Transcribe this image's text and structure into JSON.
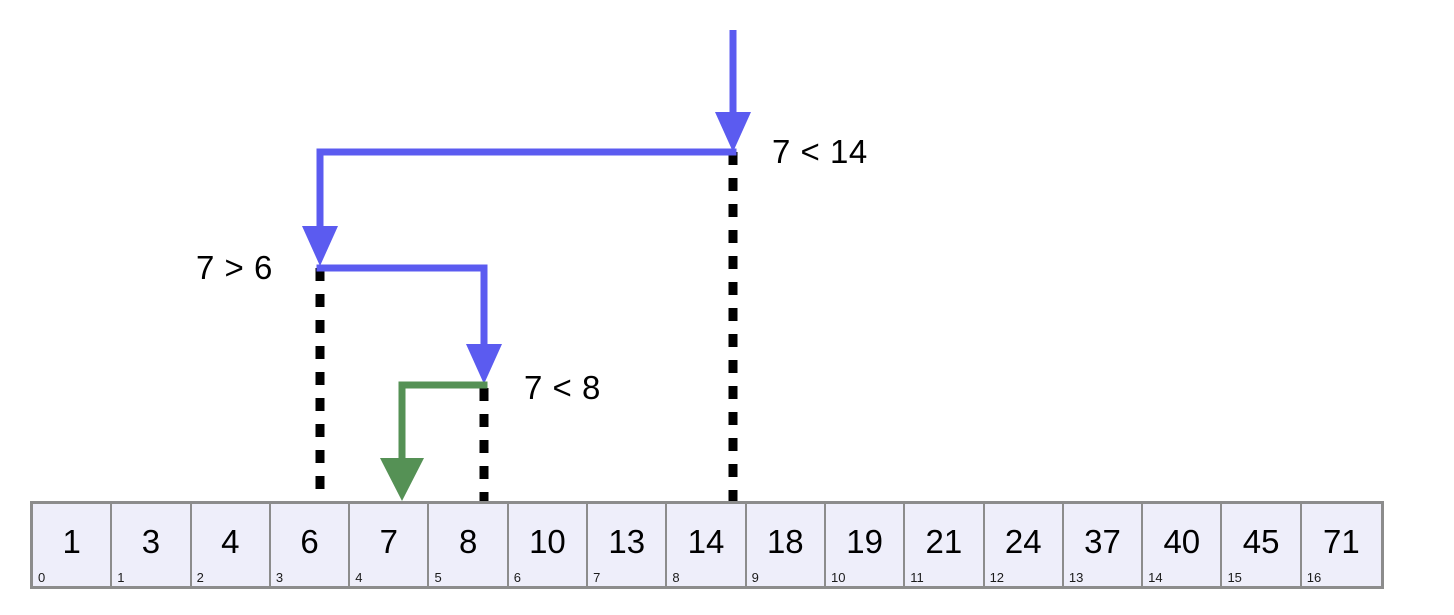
{
  "diagram": {
    "type": "binary-search-trace",
    "target_value": 7,
    "colors": {
      "probe_arrow": "#5b5bf0",
      "found_arrow": "#559155",
      "divider_dash": "#000000",
      "cell_fill": "#eeeefa",
      "cell_border": "#8c8c8c",
      "text": "#000000"
    },
    "array": {
      "values": [
        "1",
        "3",
        "4",
        "6",
        "7",
        "8",
        "10",
        "13",
        "14",
        "18",
        "19",
        "21",
        "24",
        "37",
        "40",
        "45",
        "71"
      ],
      "indices": [
        "0",
        "1",
        "2",
        "3",
        "4",
        "5",
        "6",
        "7",
        "8",
        "9",
        "10",
        "11",
        "12",
        "13",
        "14",
        "15",
        "16"
      ]
    },
    "steps": [
      {
        "label": "7 < 14",
        "probe_index": 8,
        "probe_value": "14",
        "comparison": "less",
        "color": "#5b5bf0"
      },
      {
        "label": "7 > 6",
        "probe_index": 3,
        "probe_value": "6",
        "comparison": "greater",
        "color": "#5b5bf0"
      },
      {
        "label": "7 < 8",
        "probe_index": 5,
        "probe_value": "8",
        "comparison": "less",
        "color": "#5b5bf0"
      },
      {
        "label": "",
        "probe_index": 4,
        "probe_value": "7",
        "comparison": "found",
        "color": "#559155"
      }
    ]
  }
}
